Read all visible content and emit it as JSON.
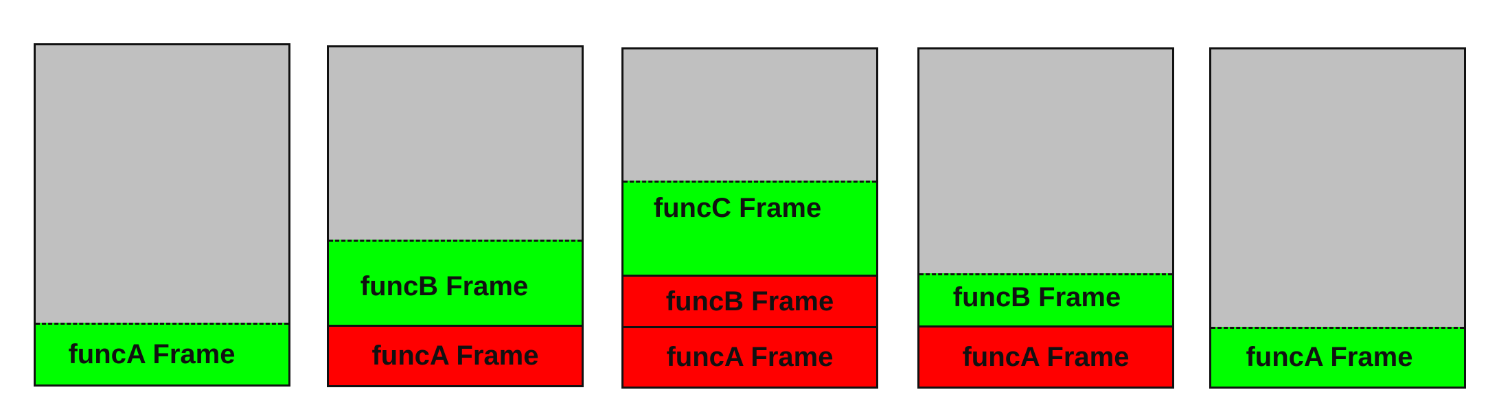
{
  "colors": {
    "empty_stack": "#c0c0c0",
    "active_frame": "#00ff00",
    "waiting_frame": "#ff0000",
    "border": "#111111"
  },
  "stacks": [
    {
      "frames": [
        {
          "label": "funcA Frame",
          "state": "active"
        }
      ]
    },
    {
      "frames": [
        {
          "label": "funcA Frame",
          "state": "waiting"
        },
        {
          "label": "funcB Frame",
          "state": "active"
        }
      ]
    },
    {
      "frames": [
        {
          "label": "funcA Frame",
          "state": "waiting"
        },
        {
          "label": "funcB Frame",
          "state": "waiting"
        },
        {
          "label": "funcC Frame",
          "state": "active"
        }
      ]
    },
    {
      "frames": [
        {
          "label": "funcA Frame",
          "state": "waiting"
        },
        {
          "label": "funcB Frame",
          "state": "active"
        }
      ]
    },
    {
      "frames": [
        {
          "label": "funcA Frame",
          "state": "active"
        }
      ]
    }
  ]
}
